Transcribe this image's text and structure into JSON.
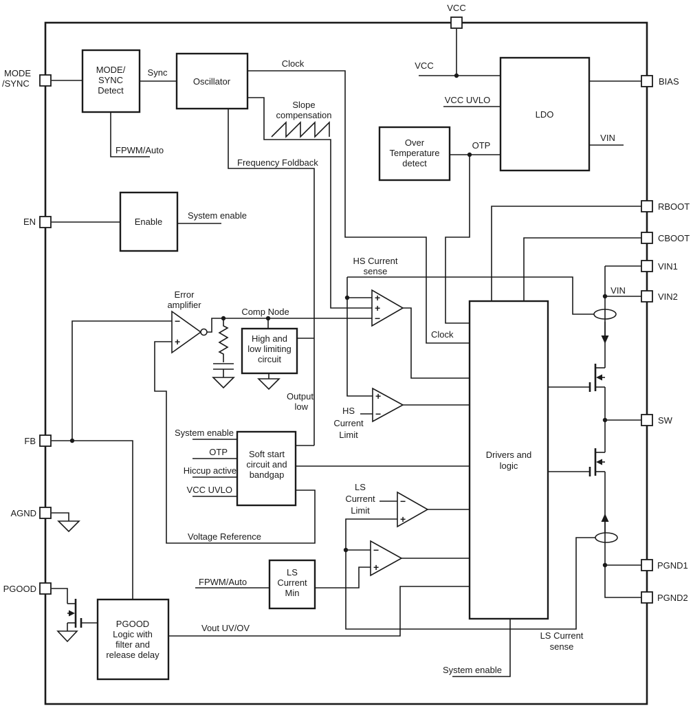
{
  "pins": {
    "mode_sync_l1": "MODE",
    "mode_sync_l2": "/SYNC",
    "en": "EN",
    "fb": "FB",
    "agnd": "AGND",
    "pgood": "PGOOD",
    "vcc": "VCC",
    "bias": "BIAS",
    "rboot": "RBOOT",
    "cboot": "CBOOT",
    "vin1": "VIN1",
    "vin2": "VIN2",
    "sw": "SW",
    "pgnd1": "PGND1",
    "pgnd2": "PGND2"
  },
  "blocks": {
    "mode_sync_detect_l1": "MODE/",
    "mode_sync_detect_l2": "SYNC",
    "mode_sync_detect_l3": "Detect",
    "oscillator": "Oscillator",
    "enable": "Enable",
    "over_temp_l1": "Over",
    "over_temp_l2": "Temperature",
    "over_temp_l3": "detect",
    "ldo": "LDO",
    "limiting_l1": "High and",
    "limiting_l2": "low limiting",
    "limiting_l3": "circuit",
    "soft_start_l1": "Soft start",
    "soft_start_l2": "circuit and",
    "soft_start_l3": "bandgap",
    "ls_current_min_l1": "LS",
    "ls_current_min_l2": "Current",
    "ls_current_min_l3": "Min",
    "pgood_logic_l1": "PGOOD",
    "pgood_logic_l2": "Logic with",
    "pgood_logic_l3": "filter and",
    "pgood_logic_l4": "release delay",
    "drivers_l1": "Drivers and",
    "drivers_l2": "logic"
  },
  "nets": {
    "sync": "Sync",
    "clock_top": "Clock",
    "clock_driver": "Clock",
    "slope_l1": "Slope",
    "slope_l2": "compensation",
    "fpwm_auto_top": "FPWM/Auto",
    "fpwm_auto_bottom": "FPWM/Auto",
    "frequency_foldback": "Frequency Foldback",
    "system_enable_top": "System enable",
    "system_enable_mid": "System enable",
    "system_enable_bottom": "System enable",
    "vcc_ldo": "VCC",
    "vcc_uvlo_ldo": "VCC UVLO",
    "vcc_uvlo_ss": "VCC UVLO",
    "otp_ldo": "OTP",
    "otp_ss": "OTP",
    "vin_ldo": "VIN",
    "vin_node": "VIN",
    "hiccup_active": "Hiccup active",
    "voltage_reference": "Voltage Reference",
    "error_amp_l1": "Error",
    "error_amp_l2": "amplifier",
    "comp_node": "Comp Node",
    "output_low_l1": "Output",
    "output_low_l2": "low",
    "hs_sense_l1": "HS Current",
    "hs_sense_l2": "sense",
    "hs_limit_l1": "HS",
    "hs_limit_l2": "Current",
    "hs_limit_l3": "Limit",
    "ls_limit_l1": "LS",
    "ls_limit_l2": "Current",
    "ls_limit_l3": "Limit",
    "ls_sense_l1": "LS Current",
    "ls_sense_l2": "sense",
    "vout_uvov": "Vout UV/OV"
  },
  "signs": {
    "plus": "+",
    "minus": "−"
  },
  "colors": {
    "line": "#1a1a1a",
    "background": "#ffffff"
  }
}
